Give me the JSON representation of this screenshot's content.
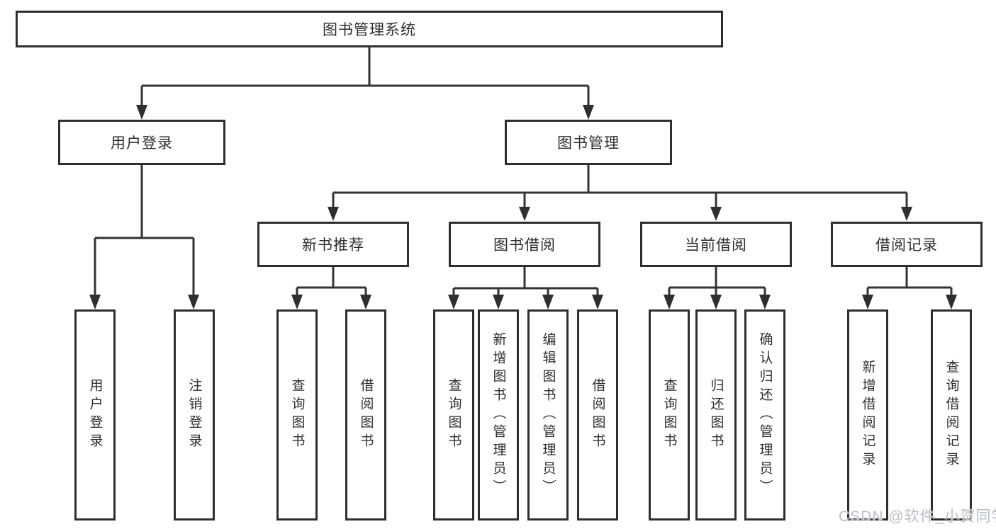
{
  "tree": {
    "label": "图书管理系统",
    "children": [
      {
        "label": "用户登录",
        "children": [
          {
            "label": "用户登录"
          },
          {
            "label": "注销登录"
          }
        ]
      },
      {
        "label": "图书管理",
        "children": [
          {
            "label": "新书推荐",
            "children": [
              {
                "label": "查询图书"
              },
              {
                "label": "借阅图书"
              }
            ]
          },
          {
            "label": "图书借阅",
            "children": [
              {
                "label": "查询图书"
              },
              {
                "label": "新增图书（管理员）"
              },
              {
                "label": "编辑图书（管理员）"
              },
              {
                "label": "借阅图书"
              }
            ]
          },
          {
            "label": "当前借阅",
            "children": [
              {
                "label": "查询图书"
              },
              {
                "label": "归还图书"
              },
              {
                "label": "确认归还（管理员）"
              }
            ]
          },
          {
            "label": "借阅记录",
            "children": [
              {
                "label": "新增借阅记录"
              },
              {
                "label": "查询借阅记录"
              }
            ]
          }
        ]
      }
    ]
  },
  "watermark": {
    "text": "CSDN @软件_小贺同学"
  },
  "colors": {
    "line": "#333333",
    "box_border": "#2e2e2e",
    "text": "#2e2e2e",
    "watermark": "#b9bec7",
    "background": "#ffffff"
  }
}
